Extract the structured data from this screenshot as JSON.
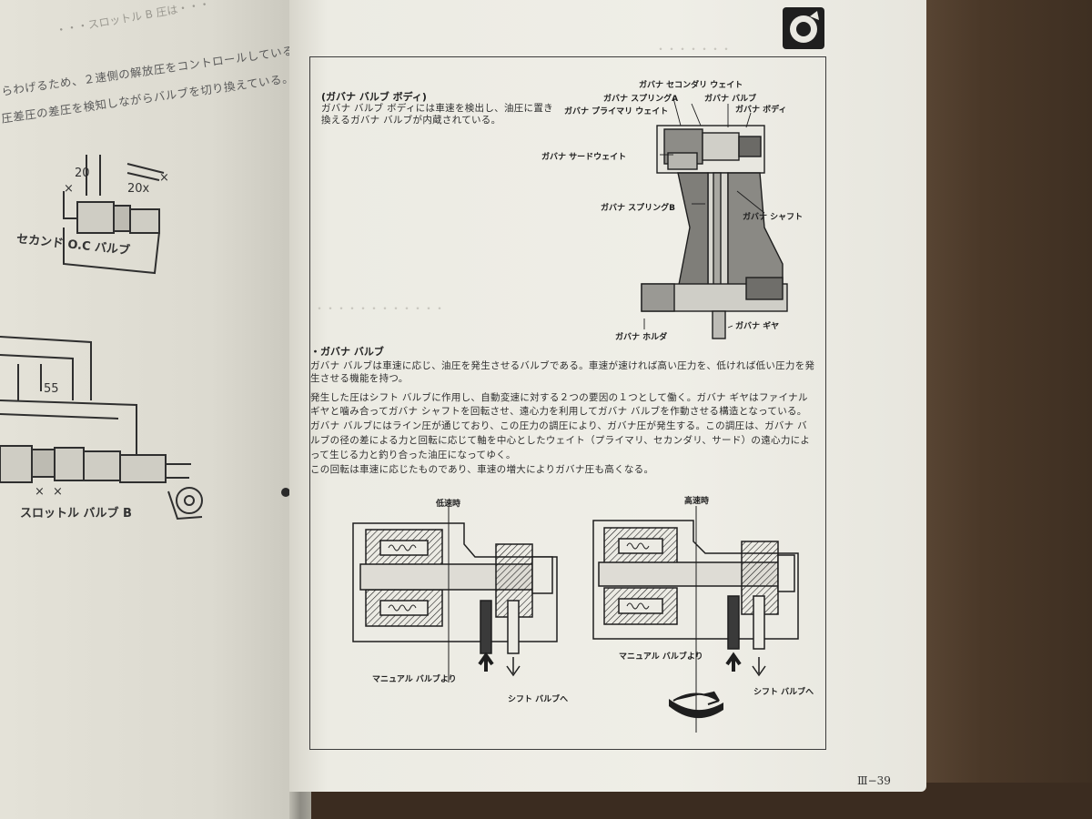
{
  "left_page": {
    "text_lines": [
      "らわげるため、２速側の解放圧をコントロールしている",
      "圧差圧の差圧を検知しながらバルブを切り換えている。"
    ],
    "labels": {
      "second_valve": "セカンド O.C バルブ",
      "throttle_valve": "スロットル バルブ B",
      "num_20": "20",
      "num_20x": "20x",
      "num_55": "55",
      "mark_x": "×"
    }
  },
  "right_page": {
    "section_title": "(ガバナ バルブ ボディ)",
    "intro_lines": [
      "ガバナ バルブ ボディには車速を検出し、油圧に置き",
      "換えるガバナ バルブが内蔵されている。"
    ],
    "top_figure_labels": {
      "secondary_weight": "ガバナ セコンダリ ウェイト",
      "spring_a": "ガバナ スプリングA",
      "governor_valve": "ガバナ バルブ",
      "primary_weight": "ガバナ プライマリ ウェイト",
      "governor_body": "ガバナ ボディ",
      "third_weight": "ガバナ サードウェイト",
      "spring_b": "ガバナ スプリングB",
      "governor_shaft": "ガバナ シャフト",
      "governor_holder": "ガバナ ホルダ",
      "governor_gear": "ガバナ ギヤ"
    },
    "subsection_title": "・ガバナ バルブ",
    "body_lines": [
      "ガバナ バルブは車速に応じ、油圧を発生させるバルブである。車速が速ければ高い圧力を、低ければ低い圧力を発",
      "生させる機能を持つ。",
      "発生した圧はシフト バルブに作用し、自動変速に対する２つの要因の１つとして働く。ガバナ ギヤはファイナル",
      "ギヤと噛み合ってガバナ シャフトを回転させ、遠心力を利用してガバナ バルブを作動させる構造となっている。",
      "ガバナ バルブにはライン圧が通じており、この圧力の調圧により、ガバナ圧が発生する。この調圧は、ガバナ バ",
      "ルブの径の差による力と回転に応じて軸を中心としたウェイト（プライマリ、セカンダリ、サード）の遠心力によ",
      "って生じる力と釣り合った油圧になってゆく。",
      "この回転は車速に応じたものであり、車速の増大によりガバナ圧も高くなる。"
    ],
    "bottom_figure_labels": {
      "low_speed": "低速時",
      "high_speed": "高速時",
      "from_manual_left": "マニュアル バルブより",
      "to_shift_left": "シフト バルブへ",
      "from_manual_right": "マニュアル バルブより",
      "to_shift_right": "シフト バルブへ"
    },
    "page_number": "Ⅲ−39"
  },
  "colors": {
    "paper": "#efeee7",
    "ink": "#2e2e2e",
    "desk": "#4a3a2c"
  }
}
